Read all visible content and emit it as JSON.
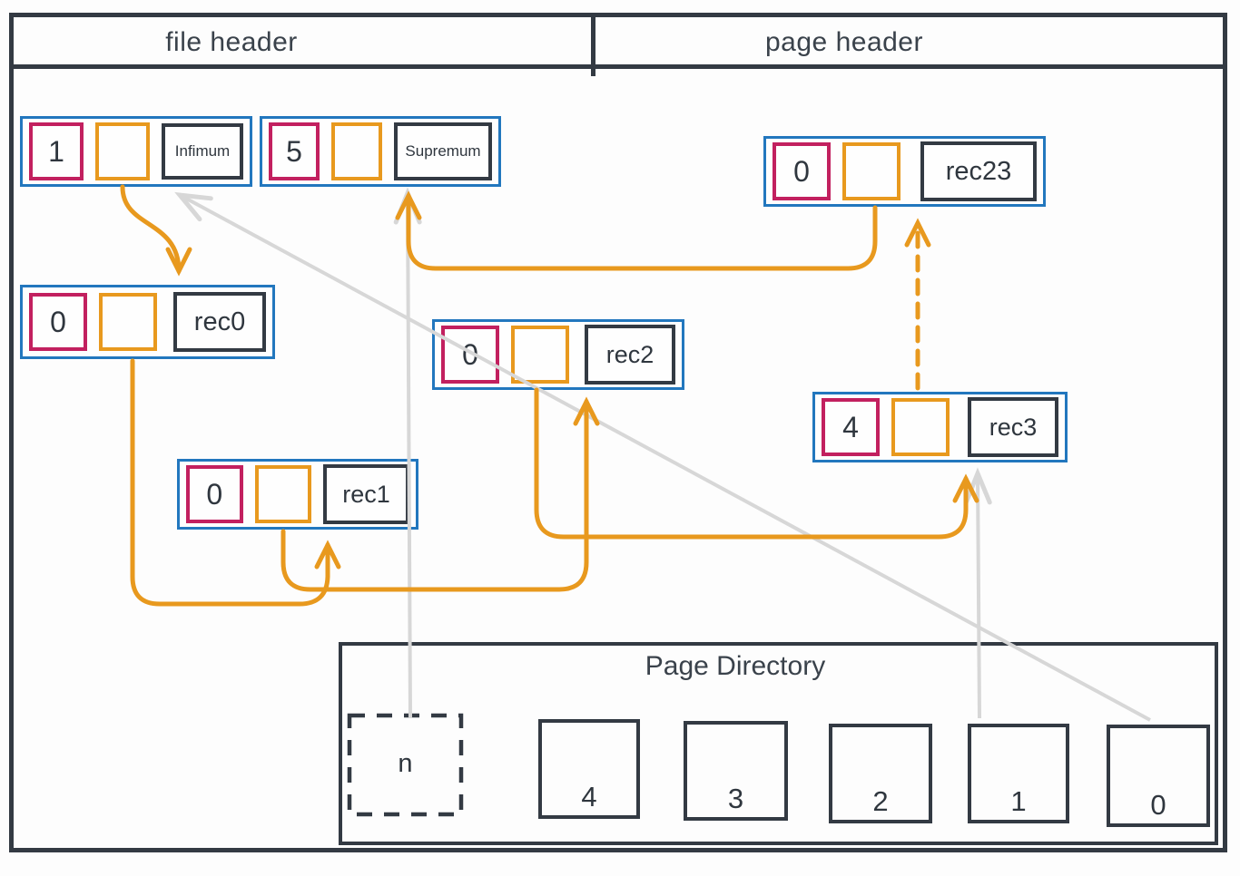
{
  "header": {
    "file_header_label": "file header",
    "page_header_label": "page header"
  },
  "records": {
    "infimum": {
      "number": "1",
      "label": "Infimum"
    },
    "supremum": {
      "number": "5",
      "label": "Supremum"
    },
    "rec23": {
      "number": "0",
      "label": "rec23"
    },
    "rec0": {
      "number": "0",
      "label": "rec0"
    },
    "rec1": {
      "number": "0",
      "label": "rec1"
    },
    "rec2": {
      "number": "0",
      "label": "rec2"
    },
    "rec3": {
      "number": "4",
      "label": "rec3"
    }
  },
  "page_directory": {
    "title": "Page Directory",
    "slots": [
      {
        "label": "n",
        "style": "dashed"
      },
      {
        "label": "4",
        "style": "solid"
      },
      {
        "label": "3",
        "style": "solid"
      },
      {
        "label": "2",
        "style": "solid"
      },
      {
        "label": "1",
        "style": "solid"
      },
      {
        "label": "0",
        "style": "solid"
      }
    ]
  },
  "arrows": {
    "next_record_pointers_orange": [
      {
        "from": "infimum",
        "to": "rec0",
        "style": "solid"
      },
      {
        "from": "rec0",
        "to": "rec1",
        "style": "solid"
      },
      {
        "from": "rec1",
        "to": "rec2",
        "style": "solid"
      },
      {
        "from": "rec2",
        "to": "rec3",
        "style": "solid"
      },
      {
        "from": "rec3",
        "to": "rec23",
        "style": "dashed"
      },
      {
        "from": "rec23",
        "to": "supremum",
        "style": "solid"
      }
    ],
    "directory_pointers_gray": [
      {
        "from": "slot-0",
        "to": "infimum"
      },
      {
        "from": "slot-n",
        "to": "supremum"
      },
      {
        "from": "slot-1",
        "to": "rec3"
      }
    ]
  },
  "colors": {
    "record_border_blue": "#2277BE",
    "number_cell_pink": "#C2205F",
    "pointer_cell_orange": "#E8991E",
    "box_dark": "#333A43",
    "directory_arrow_gray": "#D7D7D7"
  }
}
